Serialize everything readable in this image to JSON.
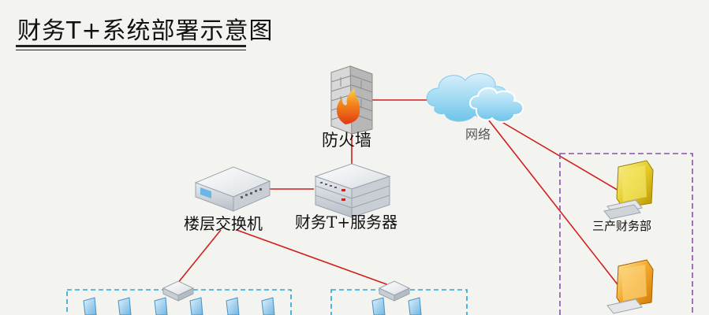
{
  "title": "财务T+系统部署示意图",
  "nodes": {
    "firewall": "防火墙",
    "network": "网络",
    "floor_switch": "楼层交换机",
    "server": "财务T+服务器",
    "finance_dept": "三产财务部"
  },
  "colors": {
    "link": "#d01f1f",
    "lan_group_border": "#2aa3d9",
    "dept_group_border": "#8e4fae",
    "background": "#f3f4ef"
  },
  "icons": [
    "firewall-icon",
    "cloud-icon",
    "switch-icon",
    "server-icon",
    "monitor-icon",
    "hub-icon",
    "pc-icon"
  ]
}
